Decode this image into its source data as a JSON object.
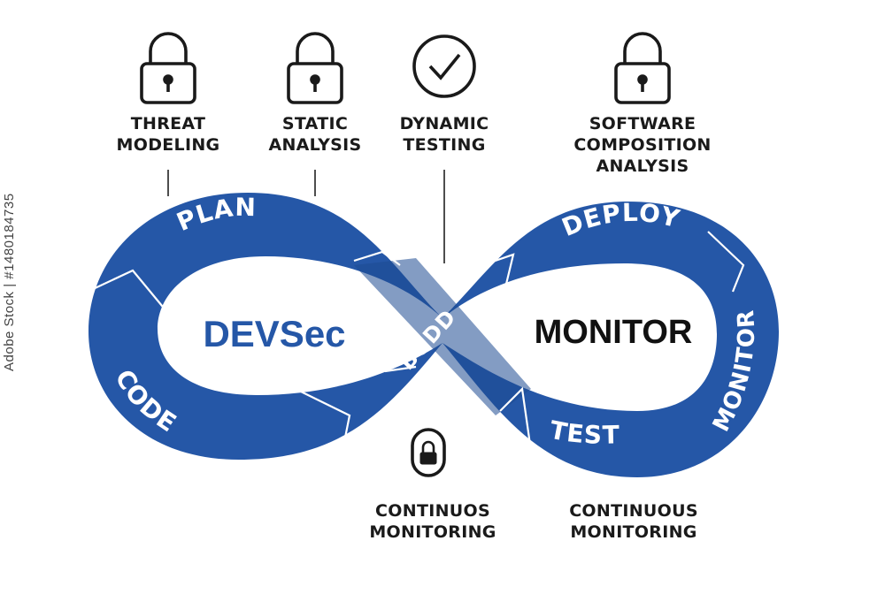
{
  "stages": {
    "plan": "PLAN",
    "code": "CODE",
    "build": "BUDD",
    "deploy": "DEPLOY",
    "monitor": "MONITOR",
    "test": "TEST"
  },
  "center": {
    "left": "DEVSec",
    "right": "MONITOR"
  },
  "top_labels": [
    {
      "lines": [
        "THREAT",
        "MODELING"
      ],
      "icon": "lock-icon"
    },
    {
      "lines": [
        "STATIC",
        "ANALYSIS"
      ],
      "icon": "lock-icon"
    },
    {
      "lines": [
        "DYNAMIC",
        "TESTING"
      ],
      "icon": "check-circle-icon"
    },
    {
      "lines": [
        "SOFTWARE",
        "COMPOSITION",
        "ANALYSIS"
      ],
      "icon": "lock-icon"
    }
  ],
  "bottom_labels": [
    {
      "lines": [
        "CONTINUOS",
        "MONITORING"
      ],
      "icon": "lock-badge-icon"
    },
    {
      "lines": [
        "CONTINUOUS",
        "MONITORING"
      ]
    }
  ],
  "watermark": "Adobe Stock | #1480184735",
  "colors": {
    "loop_blue": "#2557a7",
    "loop_dark": "#1d4a92",
    "text_blue": "#2557a7",
    "label_dark": "#1a1a1a"
  }
}
